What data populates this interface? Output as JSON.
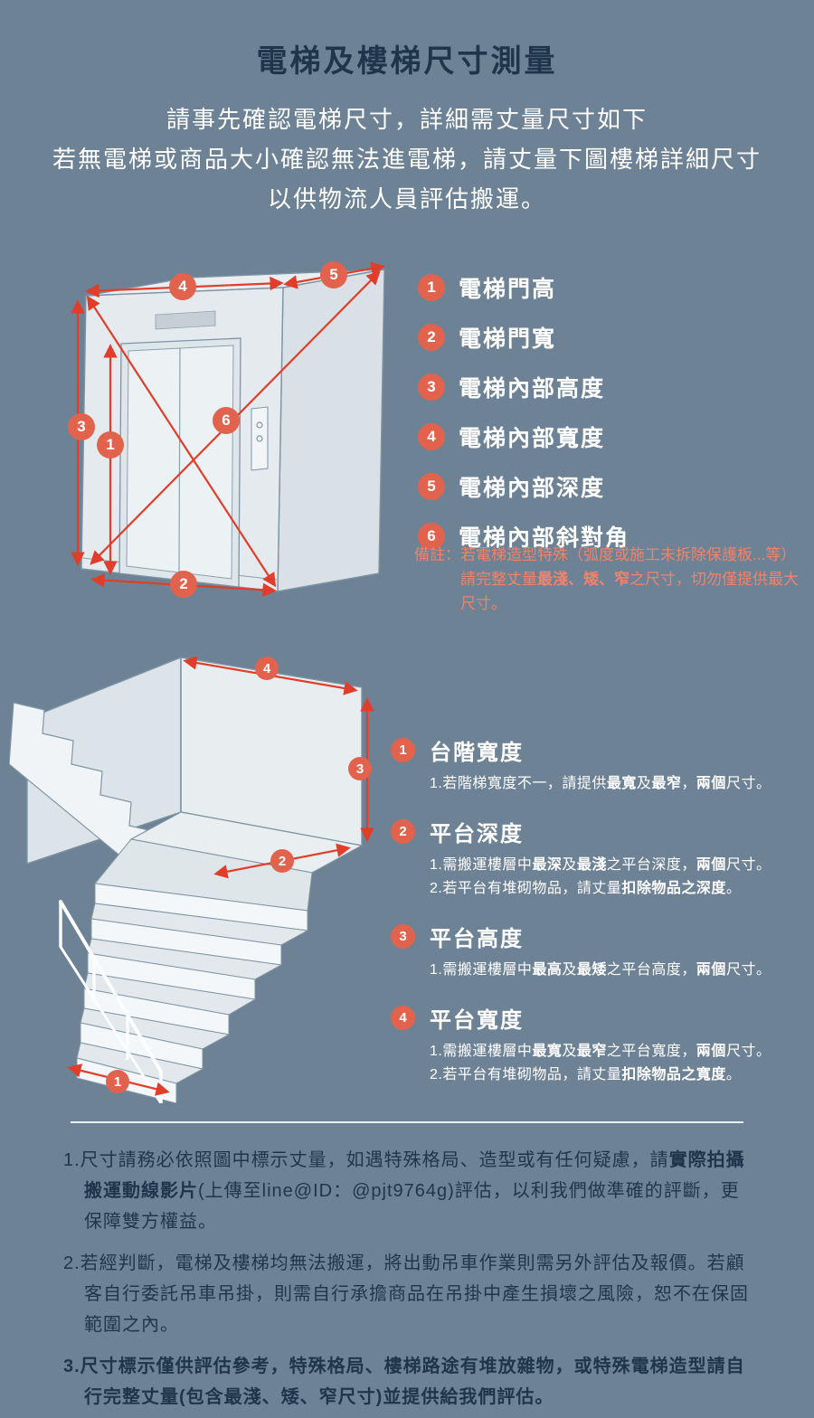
{
  "colors": {
    "background": "#6d8294",
    "title_navy": "#1e354c",
    "accent_coral": "#e2634d",
    "note_coral": "#f0836b",
    "measure_red": "#e03e2a",
    "white_text": "#ffffff"
  },
  "header": {
    "title": "電梯及樓梯尺寸測量",
    "intro_lines": [
      "請事先確認電梯尺寸，詳細需丈量尺寸如下",
      "若無電梯或商品大小確認無法進電梯，請丈量下圖樓梯詳細尺寸",
      "以供物流人員評估搬運。"
    ]
  },
  "elevator": {
    "legend": [
      {
        "num": "1",
        "label": "電梯門高"
      },
      {
        "num": "2",
        "label": "電梯門寬"
      },
      {
        "num": "3",
        "label": "電梯內部高度"
      },
      {
        "num": "4",
        "label": "電梯內部寬度"
      },
      {
        "num": "5",
        "label": "電梯內部深度"
      },
      {
        "num": "6",
        "label": "電梯內部斜對角"
      }
    ],
    "note": {
      "prefix": "備註：",
      "segments": [
        {
          "t": "若電梯造型特殊（弧度或施工未拆除保護板...等）請完整丈量"
        },
        {
          "t": "最淺、矮、窄",
          "b": true
        },
        {
          "t": "之尺寸，切勿僅提供最大尺寸。"
        }
      ]
    }
  },
  "stairs": {
    "legend": [
      {
        "num": "1",
        "title": "台階寬度",
        "details": [
          [
            {
              "t": "1.若階梯寬度不一，請提供"
            },
            {
              "t": "最寬",
              "b": true
            },
            {
              "t": "及"
            },
            {
              "t": "最窄",
              "b": true
            },
            {
              "t": "，"
            },
            {
              "t": "兩個",
              "b": true
            },
            {
              "t": "尺寸。"
            }
          ]
        ]
      },
      {
        "num": "2",
        "title": "平台深度",
        "details": [
          [
            {
              "t": "1.需搬運樓層中"
            },
            {
              "t": "最深",
              "b": true
            },
            {
              "t": "及"
            },
            {
              "t": "最淺",
              "b": true
            },
            {
              "t": "之平台深度，"
            },
            {
              "t": "兩個",
              "b": true
            },
            {
              "t": "尺寸。"
            }
          ],
          [
            {
              "t": "2.若平台有堆砌物品，請丈量"
            },
            {
              "t": "扣除物品之深度",
              "b": true
            },
            {
              "t": "。"
            }
          ]
        ]
      },
      {
        "num": "3",
        "title": "平台高度",
        "details": [
          [
            {
              "t": "1.需搬運樓層中"
            },
            {
              "t": "最高",
              "b": true
            },
            {
              "t": "及"
            },
            {
              "t": "最矮",
              "b": true
            },
            {
              "t": "之平台高度，"
            },
            {
              "t": "兩個",
              "b": true
            },
            {
              "t": "尺寸。"
            }
          ]
        ]
      },
      {
        "num": "4",
        "title": "平台寬度",
        "details": [
          [
            {
              "t": "1.需搬運樓層中"
            },
            {
              "t": "最寬",
              "b": true
            },
            {
              "t": "及"
            },
            {
              "t": "最窄",
              "b": true
            },
            {
              "t": "之平台寬度，"
            },
            {
              "t": "兩個",
              "b": true
            },
            {
              "t": "尺寸。"
            }
          ],
          [
            {
              "t": "2.若平台有堆砌物品，請丈量"
            },
            {
              "t": "扣除物品之寬度",
              "b": true
            },
            {
              "t": "。"
            }
          ]
        ]
      }
    ]
  },
  "footer": {
    "notes": [
      [
        {
          "t": "1.尺寸請務必依照圖中標示丈量，如遇特殊格局、造型或有任何疑慮，請"
        },
        {
          "t": "實際拍攝搬運動線影片",
          "b": true
        },
        {
          "t": "(上傳至line@ID：@pjt9764g)評估，以利我們做準確的評斷，更保障雙方權益。"
        }
      ],
      [
        {
          "t": "2.若經判斷，電梯及樓梯均無法搬運，將出動吊車作業則需另外評估及報價。若顧客自行委託吊車吊掛，則需自行承擔商品在吊掛中產生損壞之風險，恕不在保固範圍之內。"
        }
      ],
      [
        {
          "t": "3.尺寸標示僅供評估參考，特殊格局、樓梯路途有堆放雜物，或特殊電梯造型請自行完整丈量(包含最淺、矮、窄尺寸)並提供給我們評估。",
          "b": true
        }
      ]
    ]
  }
}
